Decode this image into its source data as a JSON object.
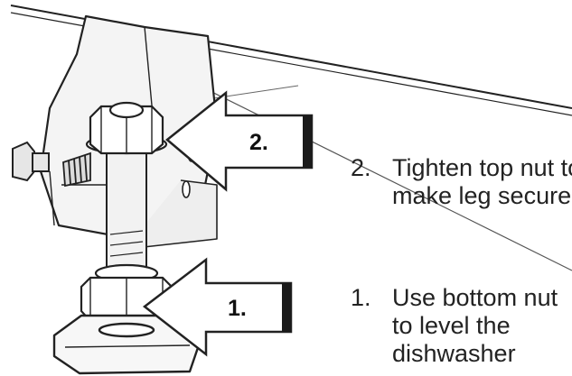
{
  "arrows": [
    {
      "label": "2."
    },
    {
      "label": "1."
    }
  ],
  "steps": [
    {
      "number": "2.",
      "text": "Tighten top nut to make leg secure"
    },
    {
      "number": "1.",
      "text": "Use bottom nut to level the dishwasher"
    }
  ]
}
